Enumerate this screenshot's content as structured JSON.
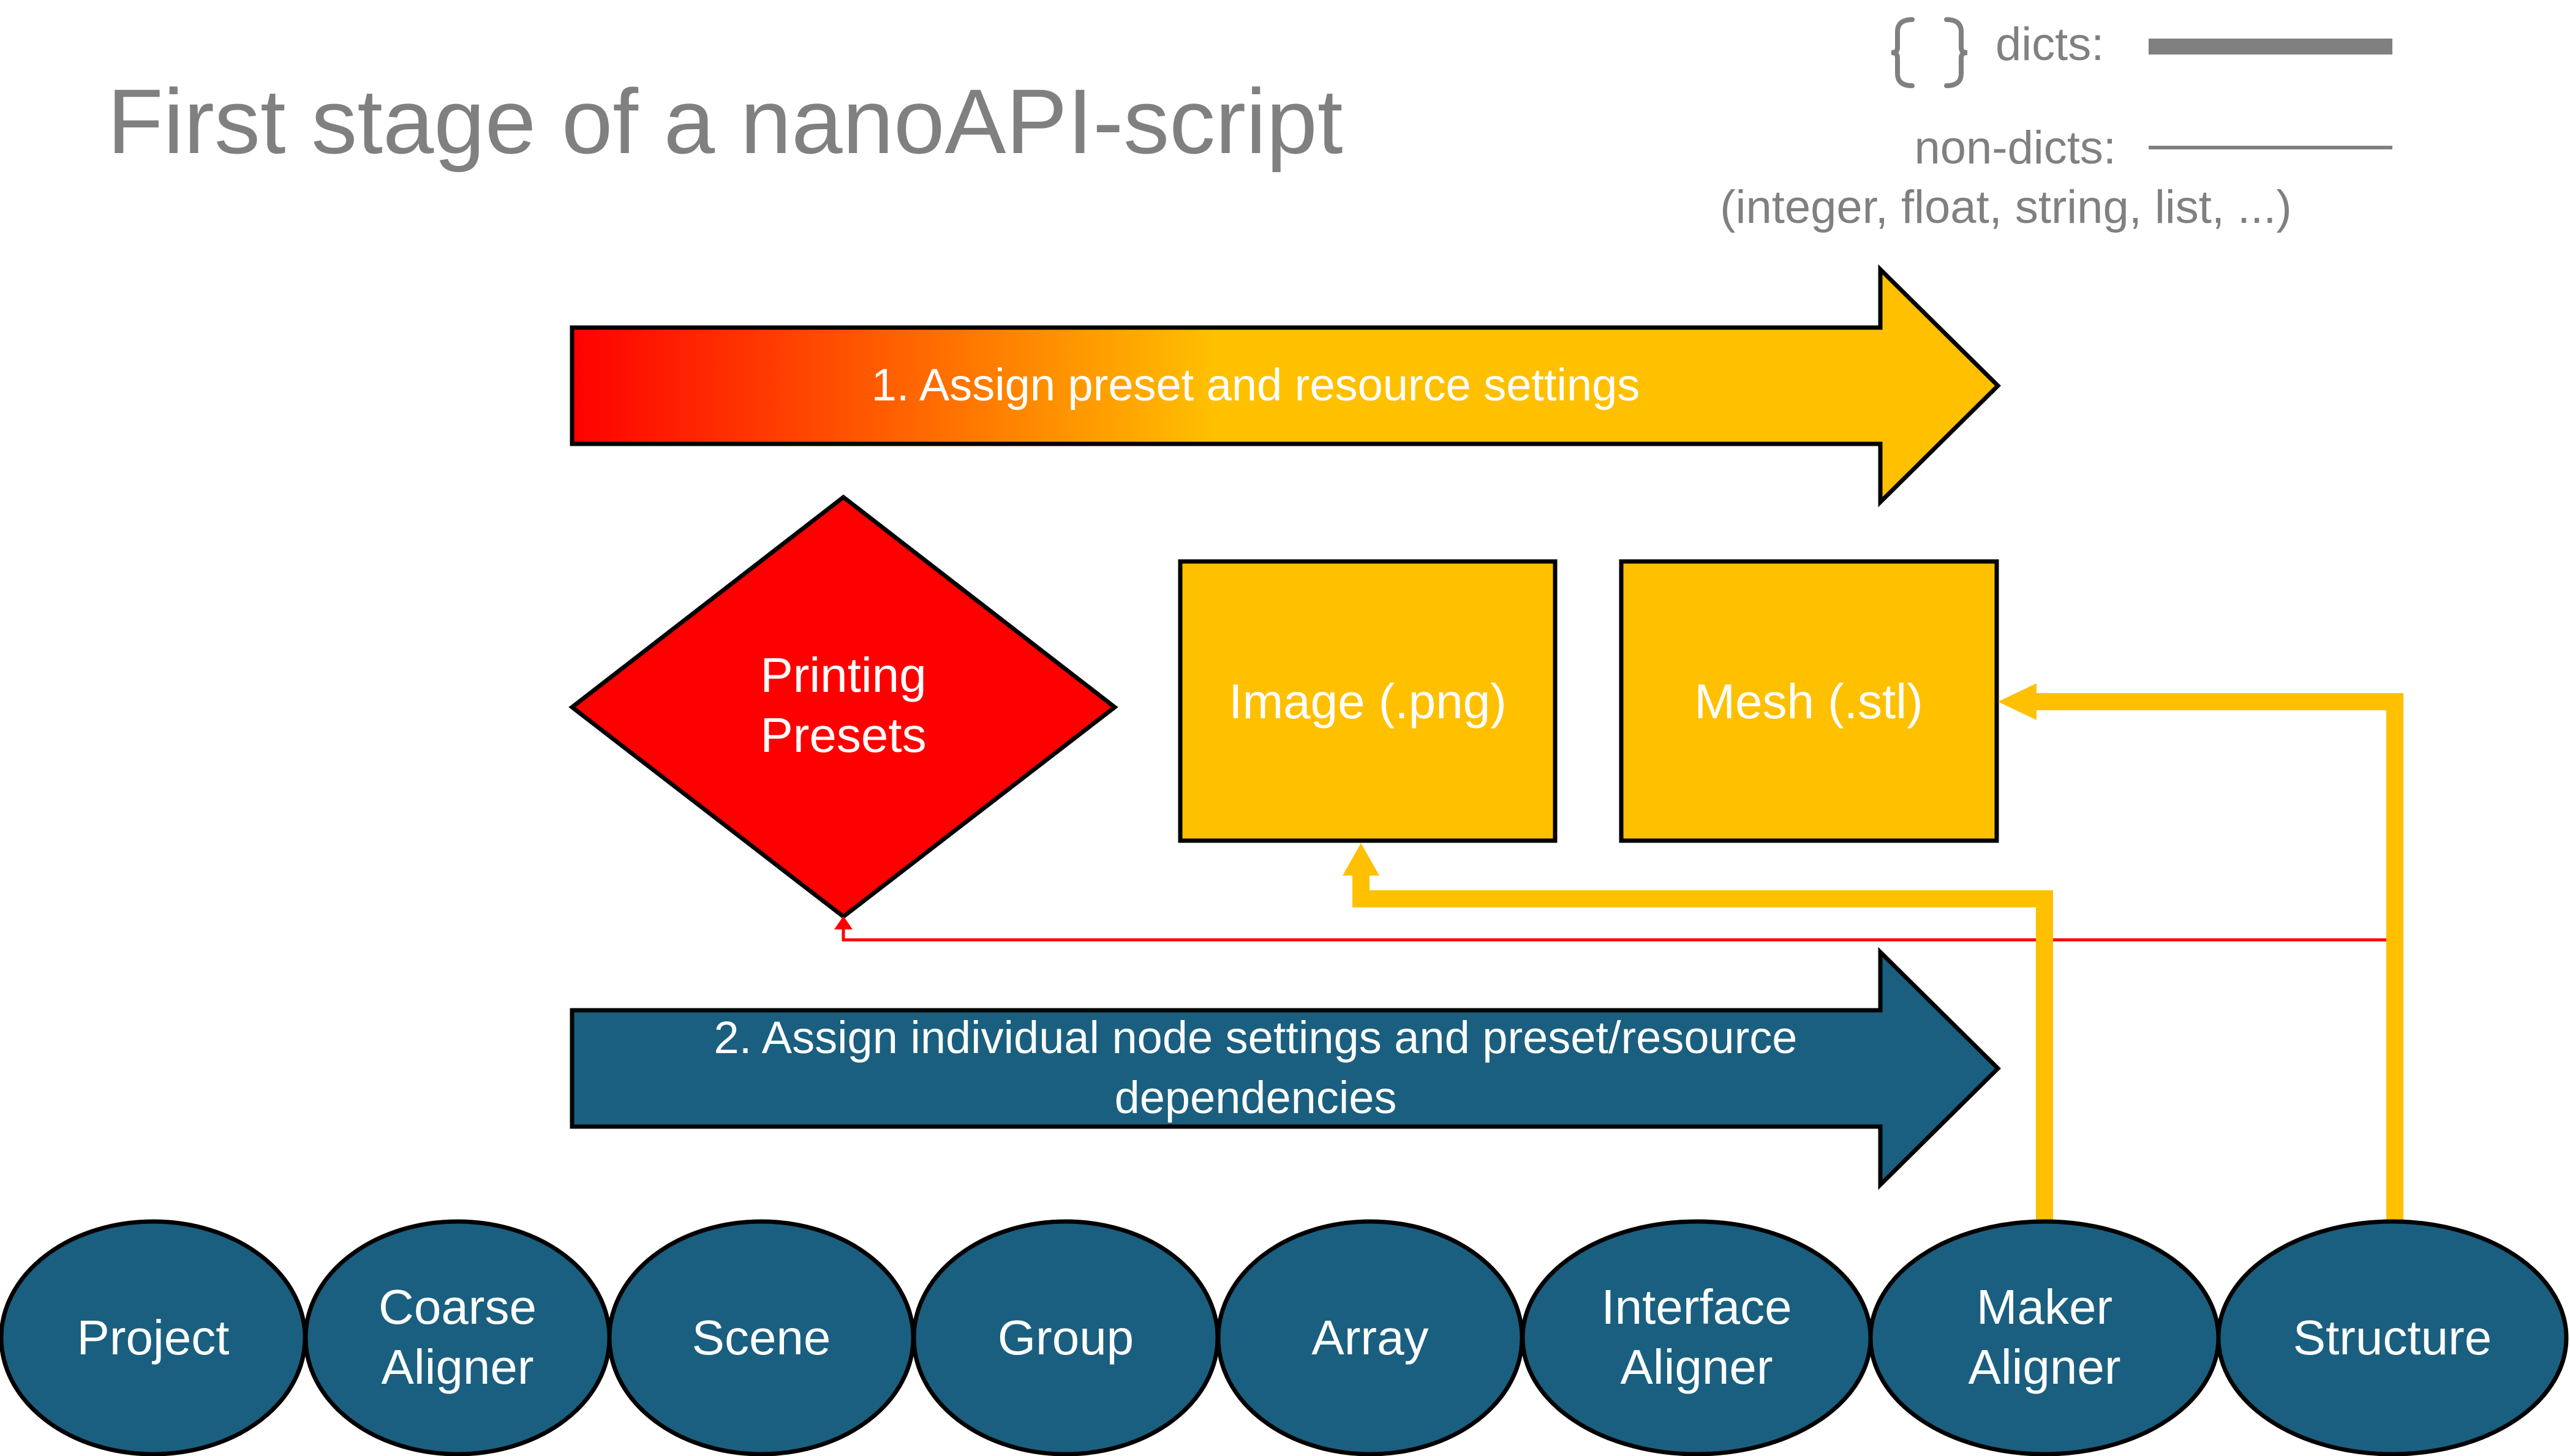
{
  "title": "First stage of a nanoAPI-script",
  "legend": {
    "dicts_icon": "curly-braces-icon",
    "dicts_label": "dicts:",
    "nondicts_label": "non-dicts:",
    "nondicts_examples": "(integer, float, string, list, ...)",
    "line_color": "#808080"
  },
  "steps": [
    {
      "lines": [
        "1. Assign preset and resource settings"
      ],
      "gradient": [
        "#ff0000",
        "#ffc000"
      ]
    },
    {
      "lines": [
        "2. Assign individual node settings and preset/resource",
        "dependencies"
      ],
      "color": "#1a5f7f"
    }
  ],
  "presets": {
    "lines": [
      "Printing",
      "Presets"
    ],
    "color": "#ff0000"
  },
  "resources": [
    {
      "label": "Image (.png)",
      "color": "#ffc000"
    },
    {
      "label": "Mesh (.stl)",
      "color": "#ffc000"
    }
  ],
  "nodes": [
    {
      "lines": [
        "Project"
      ]
    },
    {
      "lines": [
        "Coarse",
        "Aligner"
      ]
    },
    {
      "lines": [
        "Scene"
      ]
    },
    {
      "lines": [
        "Group"
      ]
    },
    {
      "lines": [
        "Array"
      ]
    },
    {
      "lines": [
        "Interface",
        "Aligner"
      ]
    },
    {
      "lines": [
        "Maker",
        "Aligner"
      ]
    },
    {
      "lines": [
        "Structure"
      ]
    }
  ],
  "colors": {
    "node": "#1a5f7f",
    "dict_link": "#ffc000",
    "nondict_link": "#ff0000",
    "outline": "#000000"
  }
}
